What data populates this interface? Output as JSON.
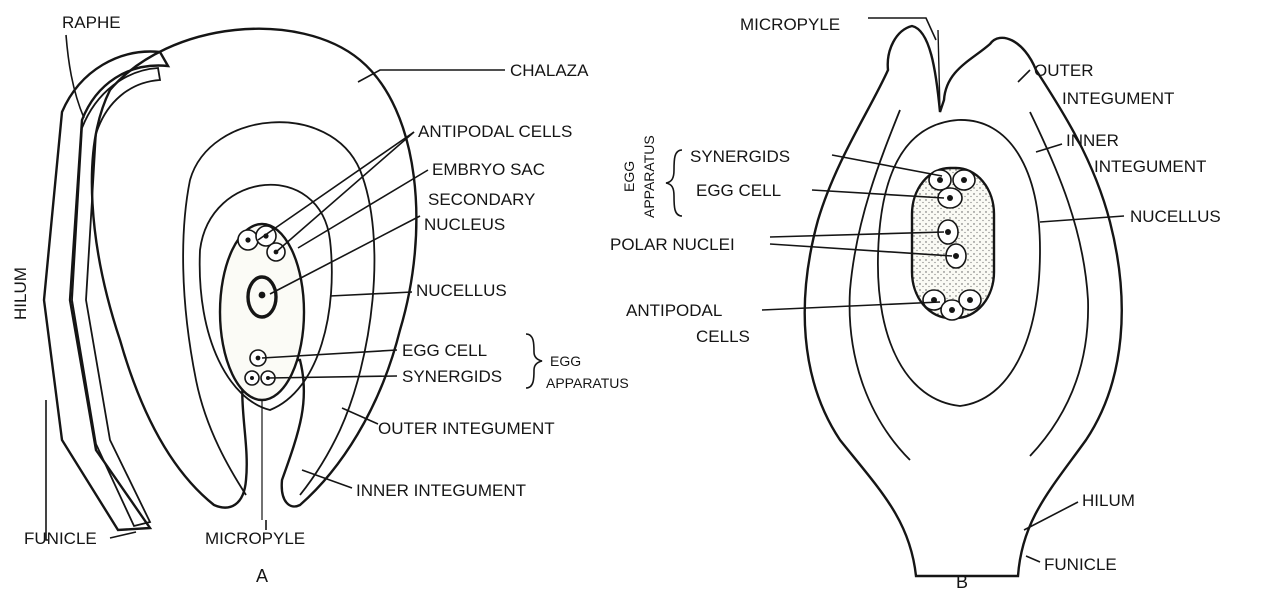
{
  "figure_A": {
    "caption": "A",
    "labels": {
      "raphe": "RAPHE",
      "chalaza": "CHALAZA",
      "antipodal_cells": "ANTIPODAL CELLS",
      "embryo_sac": "EMBRYO SAC",
      "secondary_nucleus_1": "SECONDARY",
      "secondary_nucleus_2": "NUCLEUS",
      "nucellus": "NUCELLUS",
      "egg_cell": "EGG CELL",
      "synergids": "SYNERGIDS",
      "egg_apparatus_1": "EGG",
      "egg_apparatus_2": "APPARATUS",
      "outer_integument": "OUTER INTEGUMENT",
      "inner_integument": "INNER INTEGUMENT",
      "micropyle": "MICROPYLE",
      "funicle": "FUNICLE",
      "hilum": "HILUM"
    }
  },
  "figure_B": {
    "caption": "B",
    "labels": {
      "micropyle": "MICROPYLE",
      "outer_integument_1": "OUTER",
      "outer_integument_2": "INTEGUMENT",
      "inner_integument_1": "INNER",
      "inner_integument_2": "INTEGUMENT",
      "egg_apparatus_1": "EGG",
      "egg_apparatus_2": "APPARATUS",
      "synergids": "SYNERGIDS",
      "egg_cell": "EGG CELL",
      "nucellus": "NUCELLUS",
      "polar_nuclei": "POLAR NUCLEI",
      "antipodal_cells_1": "ANTIPODAL",
      "antipodal_cells_2": "CELLS",
      "hilum": "HILUM",
      "funicle": "FUNICLE"
    }
  }
}
